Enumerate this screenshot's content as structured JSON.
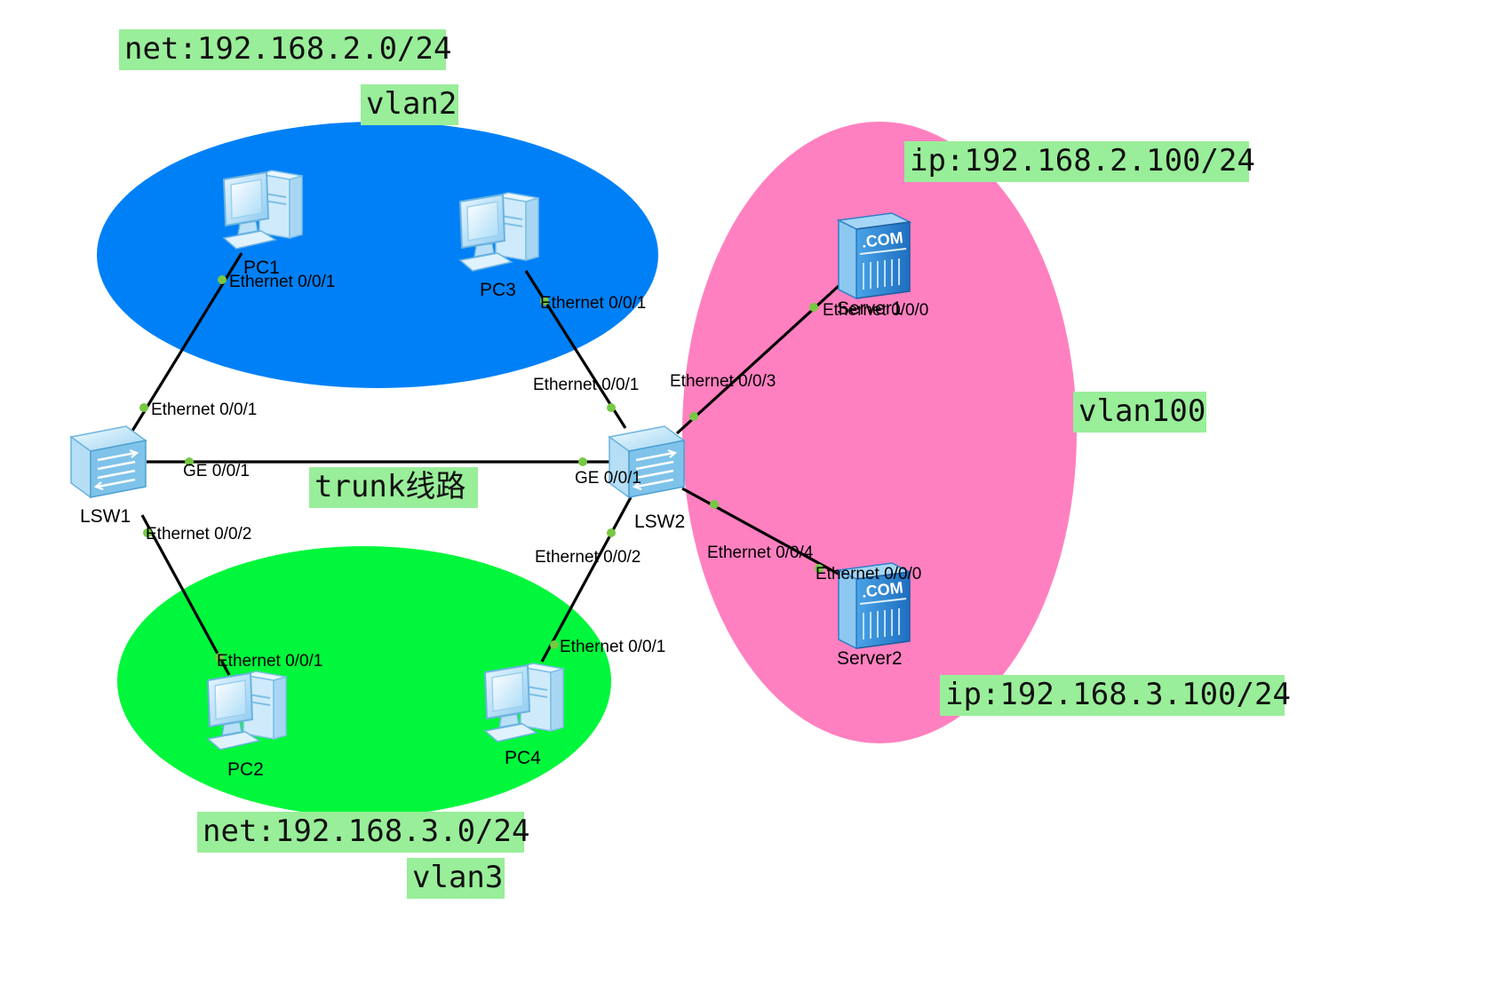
{
  "colors": {
    "vlan2_zone": "#0080f7",
    "vlan3_zone": "#00f73b",
    "vlan100_zone": "#ff80c0",
    "label_bg": "#99ee99",
    "port_dot": "#77c843",
    "link": "#000000"
  },
  "tags": {
    "net_vlan2": "net:192.168.2.0/24",
    "vlan2": "vlan2",
    "ip_server1": "ip:192.168.2.100/24",
    "vlan100": "vlan100",
    "trunk": "trunk线路",
    "ip_server2": "ip:192.168.3.100/24",
    "net_vlan3": "net:192.168.3.0/24",
    "vlan3": "vlan3"
  },
  "devices": {
    "pc1": "PC1",
    "pc2": "PC2",
    "pc3": "PC3",
    "pc4": "PC4",
    "lsw1": "LSW1",
    "lsw2": "LSW2",
    "server1": "Server1",
    "server2": "Server2",
    "server_badge": ".COM"
  },
  "ports": {
    "pc1_e001": "Ethernet 0/0/1",
    "lsw1_e001": "Ethernet 0/0/1",
    "lsw1_ge001": "GE 0/0/1",
    "lsw1_e002": "Ethernet 0/0/2",
    "pc2_e001": "Ethernet 0/0/1",
    "pc3_e001": "Ethernet 0/0/1",
    "lsw2_e001": "Ethernet 0/0/1",
    "lsw2_ge001": "GE 0/0/1",
    "lsw2_e002": "Ethernet 0/0/2",
    "pc4_e001": "Ethernet 0/0/1",
    "lsw2_e003": "Ethernet 0/0/3",
    "server1_e000": "Ethernet 0/0/0",
    "lsw2_e004": "Ethernet 0/0/4",
    "server2_e000": "Ethernet 0/0/0"
  }
}
